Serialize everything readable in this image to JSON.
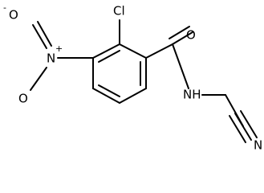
{
  "molecule": {
    "atoms": {
      "chlorine": "Cl",
      "carbonyl_oxygen": "O",
      "amide_nitrogen": "NH",
      "nitro_nitrogen": "N",
      "nitro_n_charge": "+",
      "nitro_oxygen": "O",
      "nitro_o_charge": "-",
      "nitrile_nitrogen": "N"
    }
  }
}
